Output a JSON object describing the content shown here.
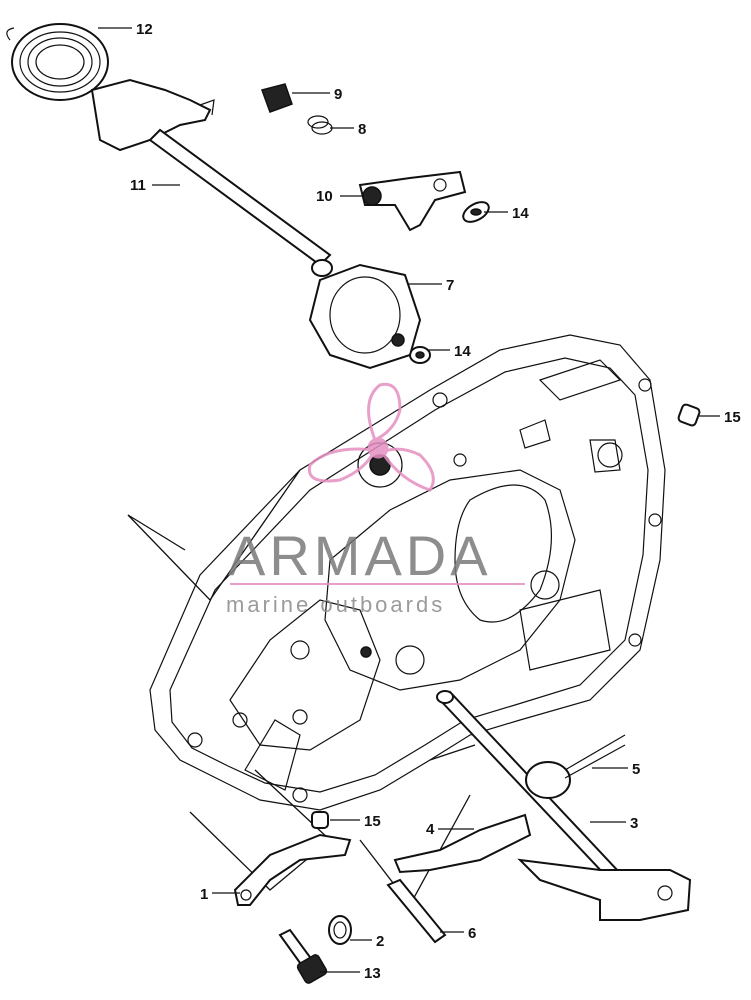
{
  "callouts": {
    "c1": "1",
    "c2": "2",
    "c3": "3",
    "c4": "4",
    "c5": "5",
    "c6": "6",
    "c7": "7",
    "c8": "8",
    "c9": "9",
    "c10": "10",
    "c11": "11",
    "c12": "12",
    "c13": "13",
    "c14a": "14",
    "c14b": "14",
    "c15a": "15",
    "c15b": "15"
  },
  "watermark": {
    "brand": "ARMADA",
    "tagline": "marine outboards",
    "brand_color": "#e58fc0",
    "text_color": "#808080"
  }
}
